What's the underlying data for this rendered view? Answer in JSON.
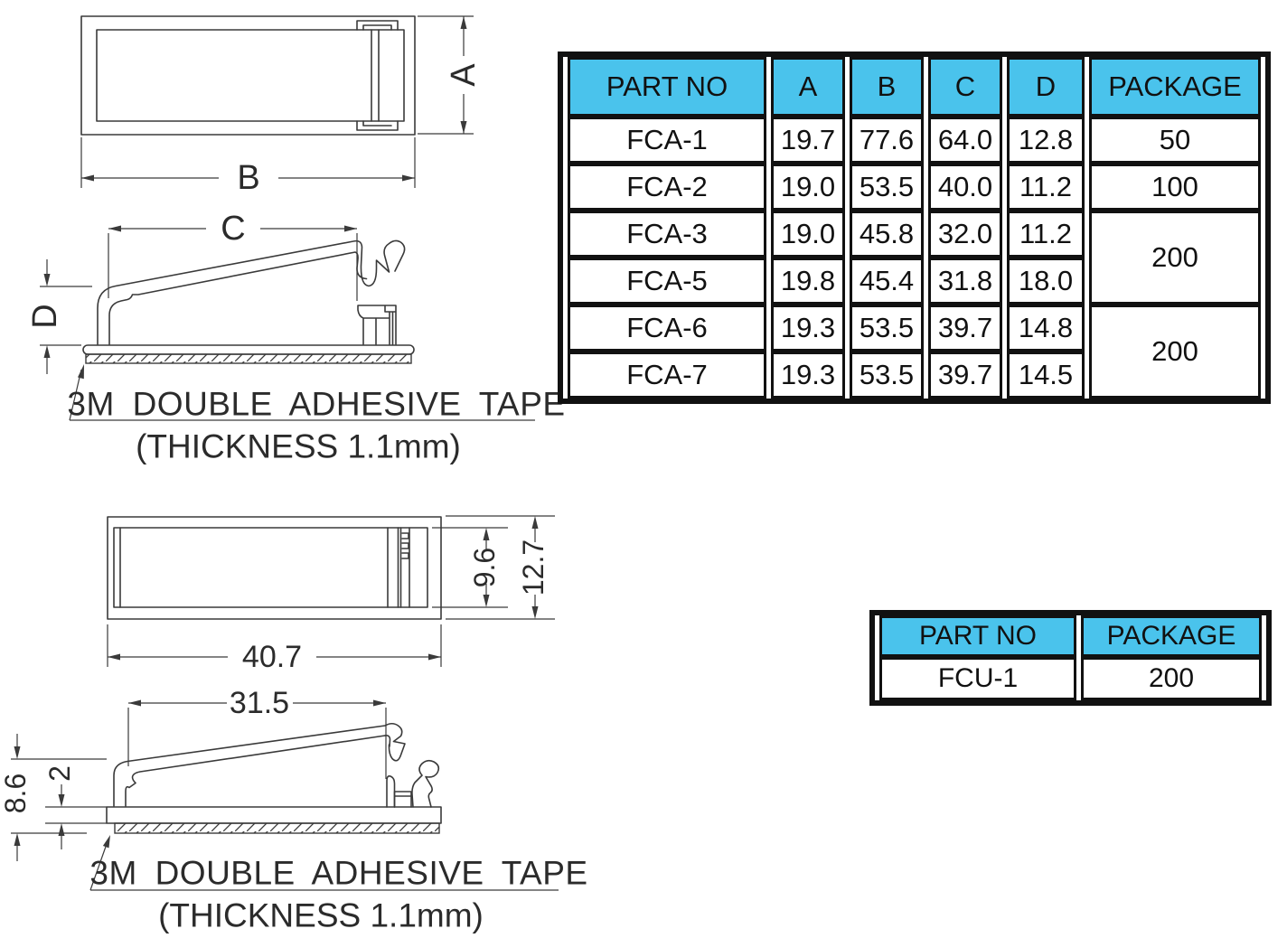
{
  "colors": {
    "header_bg": "#4AC3EC",
    "line": "#3a3a3a",
    "text": "#111111"
  },
  "fca_drawing": {
    "dim_a_label": "A",
    "dim_b_label": "B",
    "dim_c_label": "C",
    "dim_d_label": "D",
    "tape_note_line1": "3M DOUBLE ADHESIVE TAPE",
    "tape_note_line2": "(THICKNESS 1.1mm)"
  },
  "fcu_drawing": {
    "dim_width_label": "40.7",
    "dim_inner_height_label": "9.6",
    "dim_outer_height_label": "12.7",
    "dim_span_label": "31.5",
    "dim_height_label": "8.6",
    "dim_base_thickness_label": "2",
    "tape_note_line1": "3M DOUBLE ADHESIVE TAPE",
    "tape_note_line2": "(THICKNESS 1.1mm)"
  },
  "fca_table": {
    "headers": {
      "part_no": "PART NO",
      "a": "A",
      "b": "B",
      "c": "C",
      "d": "D",
      "package": "PACKAGE"
    },
    "rows": [
      {
        "part_no": "FCA-1",
        "a": "19.7",
        "b": "77.6",
        "c": "64.0",
        "d": "12.8",
        "package": "50"
      },
      {
        "part_no": "FCA-2",
        "a": "19.0",
        "b": "53.5",
        "c": "40.0",
        "d": "11.2",
        "package": "100"
      },
      {
        "part_no": "FCA-3",
        "a": "19.0",
        "b": "45.8",
        "c": "32.0",
        "d": "11.2",
        "package": "200"
      },
      {
        "part_no": "FCA-5",
        "a": "19.8",
        "b": "45.4",
        "c": "31.8",
        "d": "18.0"
      },
      {
        "part_no": "FCA-6",
        "a": "19.3",
        "b": "53.5",
        "c": "39.7",
        "d": "14.8",
        "package": "200"
      },
      {
        "part_no": "FCA-7",
        "a": "19.3",
        "b": "53.5",
        "c": "39.7",
        "d": "14.5"
      }
    ]
  },
  "fcu_table": {
    "headers": {
      "part_no": "PART NO",
      "package": "PACKAGE"
    },
    "rows": [
      {
        "part_no": "FCU-1",
        "package": "200"
      }
    ]
  }
}
